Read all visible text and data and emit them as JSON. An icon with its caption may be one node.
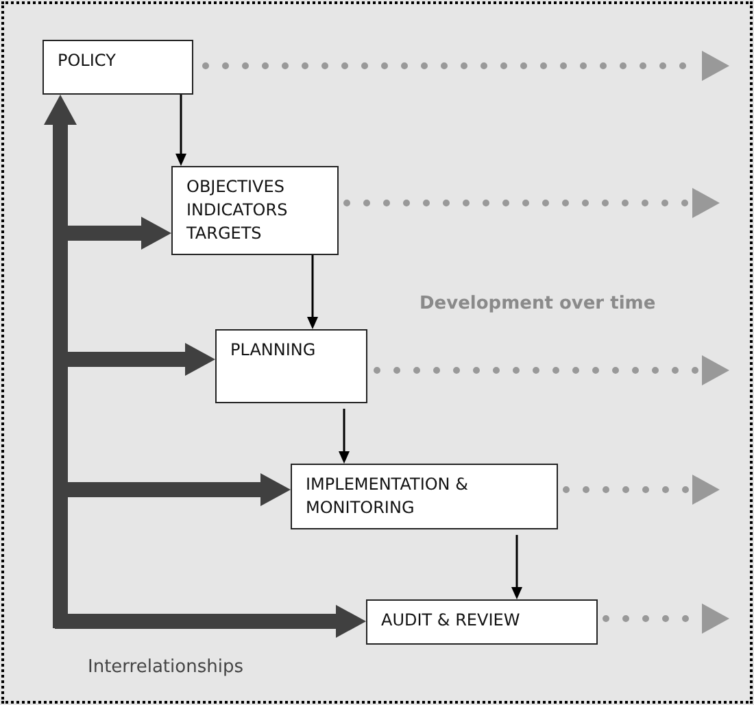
{
  "diagram": {
    "nodes": [
      {
        "text": [
          "POLICY"
        ]
      },
      {
        "text": [
          "OBJECTIVES",
          "INDICATORS",
          "TARGETS"
        ]
      },
      {
        "text": [
          "PLANNING"
        ]
      },
      {
        "text": [
          "IMPLEMENTATION & MONITORING"
        ]
      },
      {
        "text": [
          "AUDIT & REVIEW"
        ]
      }
    ],
    "edges": [
      {
        "from": 0,
        "to": 1,
        "arrow": "to"
      },
      {
        "from": 1,
        "to": 2,
        "arrow": "to"
      },
      {
        "from": 2,
        "to": 3,
        "arrow": "to"
      },
      {
        "from": 3,
        "to": 4,
        "arrow": "to"
      },
      {
        "from": null,
        "to": 0,
        "arrow": "to",
        "style": "thick",
        "color": "#404040"
      },
      {
        "from": null,
        "to": 1,
        "arrow": "to",
        "style": "thick",
        "color": "#404040"
      },
      {
        "from": null,
        "to": 2,
        "arrow": "to",
        "style": "thick",
        "color": "#404040"
      },
      {
        "from": null,
        "to": 3,
        "arrow": "to",
        "style": "thick",
        "color": "#404040"
      },
      {
        "from": null,
        "to": 4,
        "arrow": "to",
        "style": "thick",
        "color": "#404040"
      },
      {
        "from": 0,
        "to": null,
        "arrow": "to",
        "style": "dashed",
        "color": "#999999"
      },
      {
        "from": 1,
        "to": null,
        "arrow": "to",
        "style": "dashed",
        "color": "#999999"
      },
      {
        "from": 2,
        "to": null,
        "arrow": "to",
        "style": "dashed",
        "color": "#999999"
      },
      {
        "from": 3,
        "to": null,
        "arrow": "to",
        "style": "dashed",
        "color": "#999999"
      },
      {
        "from": 4,
        "to": null,
        "arrow": "to",
        "style": "dashed",
        "color": "#999999"
      }
    ],
    "labels": [
      "Development over time",
      "Interrelationships"
    ]
  }
}
